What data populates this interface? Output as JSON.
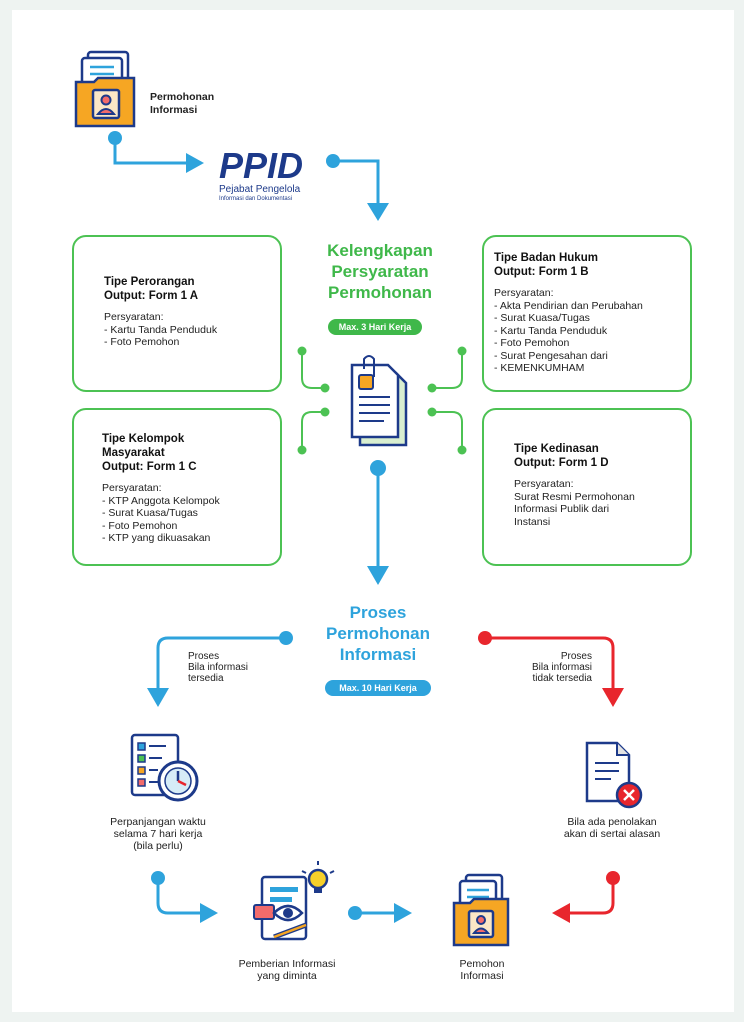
{
  "start": {
    "label": "Permohonan Informasi"
  },
  "logo": {
    "wordmark": "PPID",
    "line1": "Pejabat Pengelola",
    "line2": "Informasi dan Dokumentasi"
  },
  "requirements": {
    "title": [
      "Kelengkapan",
      "Persyaratan",
      "Permohonan"
    ],
    "duration": "Max. 3 Hari Kerja"
  },
  "boxes": [
    {
      "title": "Tipe Perorangan",
      "output": "Output: Form 1 A",
      "req_label": "Persyaratan:",
      "items": [
        "Kartu Tanda Penduduk",
        "Foto Pemohon"
      ]
    },
    {
      "title": "Tipe Badan Hukum",
      "output": "Output: Form 1 B",
      "req_label": "Persyaratan:",
      "items": [
        "Akta Pendirian dan Perubahan",
        "Surat Kuasa/Tugas",
        "Kartu Tanda Penduduk",
        "Foto Pemohon",
        "Surat Pengesahan dari",
        "KEMENKUMHAM"
      ]
    },
    {
      "title": "Tipe Kelompok",
      "title2": "Masyarakat",
      "output": "Output: Form 1 C",
      "req_label": "Persyaratan:",
      "items": [
        "KTP Anggota Kelompok",
        "Surat Kuasa/Tugas",
        "Foto Pemohon",
        "KTP yang dikuasakan"
      ]
    },
    {
      "title": "Tipe Kedinasan",
      "output": "Output: Form 1 D",
      "req_label": "Persyaratan:",
      "lines": [
        "Surat Resmi Permohonan",
        "Informasi Publik dari",
        "Instansi"
      ]
    }
  ],
  "process": {
    "title": [
      "Proses",
      "Permohonan",
      "Informasi"
    ],
    "duration": "Max. 10 Hari Kerja",
    "left_branch": [
      "Proses",
      "Bila informasi",
      "tersedia"
    ],
    "right_branch": [
      "Proses",
      "Bila informasi",
      "tidak tersedia"
    ]
  },
  "extension": {
    "label": [
      "Perpanjangan waktu",
      "selama 7 hari kerja",
      "(bila perlu)"
    ]
  },
  "rejection": {
    "label": [
      "Bila ada penolakan",
      "akan di sertai alasan"
    ]
  },
  "delivery": {
    "label": [
      "Pemberian Informasi",
      "yang diminta"
    ]
  },
  "end": {
    "label": [
      "Pemohon",
      "Informasi"
    ]
  },
  "colors": {
    "green": "#4cc253",
    "blue": "#2ea3dc",
    "red": "#e8262d",
    "navy": "#1d3a8a",
    "orange": "#f6a623"
  }
}
